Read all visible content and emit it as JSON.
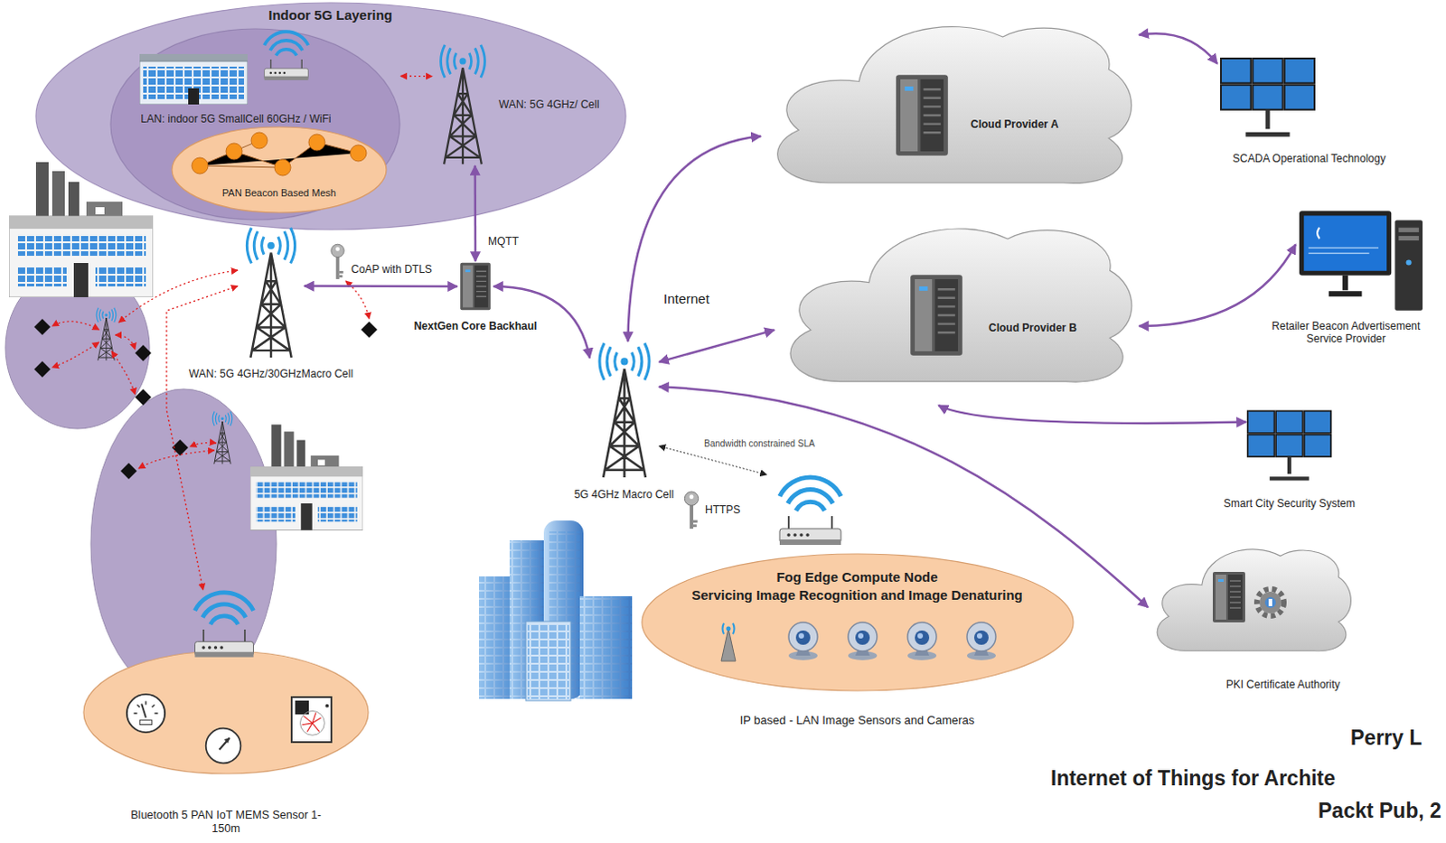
{
  "diagram": {
    "nodes": [
      {
        "text": [
          "Indoor 5G Layering"
        ]
      },
      {
        "text": [
          "LAN: indoor 5G SmallCell 60GHz / WiFi"
        ],
        "in": 0
      },
      {
        "text": [
          "PAN Beacon Based Mesh"
        ],
        "in": 1
      },
      {
        "text": [
          "WAN: 5G 4GHz/ Cell"
        ],
        "in": 0
      },
      {
        "text": [
          "WAN: 5G 4GHz/30GHzMacro Cell"
        ]
      },
      {
        "text": [
          "NextGen Core Backhaul"
        ]
      },
      {
        "text": [
          "5G 4GHz Macro Cell"
        ]
      },
      {
        "text": [
          "Cloud Provider A"
        ]
      },
      {
        "text": [
          "Cloud Provider B"
        ]
      },
      {
        "text": [
          "SCADA Operational Technology"
        ]
      },
      {
        "text": [
          "Retailer Beacon Advertisement Service Provider"
        ]
      },
      {
        "text": [
          "Smart City Security System"
        ]
      },
      {
        "text": [
          "PKI Certificate Authority"
        ]
      },
      {
        "text": [
          "Fog Edge Compute Node",
          "Servicing Image Recognition and Image Denaturing",
          "IP based - LAN Image Sensors and Cameras"
        ]
      },
      {
        "text": [
          "Bluetooth 5 PAN IoT MEMS Sensor 1-150m"
        ]
      }
    ],
    "edges": [
      {
        "from": 1,
        "to": 3,
        "arrow": "both"
      },
      {
        "from": 3,
        "to": 5,
        "label": "MQTT",
        "arrow": "both"
      },
      {
        "from": 4,
        "to": 5,
        "label": "CoAP with DTLS",
        "arrow": "both"
      },
      {
        "from": 5,
        "to": 6,
        "arrow": "both"
      },
      {
        "from": 6,
        "to": 7,
        "arrow": "both"
      },
      {
        "from": 6,
        "to": 8,
        "arrow": "both"
      },
      {
        "from": 6,
        "to": 13,
        "label": "Bandwidth constrained SLA",
        "arrow": "both"
      },
      {
        "from": 6,
        "to": 12,
        "arrow": "both"
      },
      {
        "from": 7,
        "to": 9,
        "arrow": "both"
      },
      {
        "from": 8,
        "to": 10,
        "arrow": "both"
      },
      {
        "from": 8,
        "to": 11,
        "arrow": "both"
      },
      {
        "from": 4,
        "to": 14,
        "arrow": "both"
      }
    ],
    "labels": [
      "Internet",
      "HTTPS",
      "Perry L",
      "Internet of Things for Archite",
      "Packt Pub, 2"
    ]
  }
}
